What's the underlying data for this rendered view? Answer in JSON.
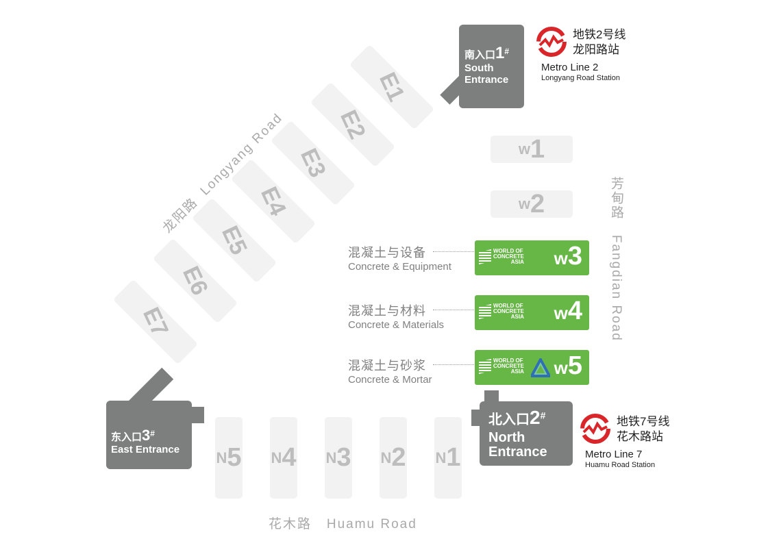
{
  "halls_east": [
    {
      "prefix": "E",
      "num": "1"
    },
    {
      "prefix": "E",
      "num": "2"
    },
    {
      "prefix": "E",
      "num": "3"
    },
    {
      "prefix": "E",
      "num": "4"
    },
    {
      "prefix": "E",
      "num": "5"
    },
    {
      "prefix": "E",
      "num": "6"
    },
    {
      "prefix": "E",
      "num": "7"
    }
  ],
  "halls_north": [
    {
      "prefix": "N",
      "num": "5"
    },
    {
      "prefix": "N",
      "num": "4"
    },
    {
      "prefix": "N",
      "num": "3"
    },
    {
      "prefix": "N",
      "num": "2"
    },
    {
      "prefix": "N",
      "num": "1"
    }
  ],
  "halls_west": [
    {
      "prefix": "w",
      "num": "1"
    },
    {
      "prefix": "w",
      "num": "2"
    },
    {
      "prefix": "w",
      "num": "3"
    },
    {
      "prefix": "w",
      "num": "4"
    },
    {
      "prefix": "w",
      "num": "5"
    }
  ],
  "logo": {
    "line1": "WORLD OF",
    "line2": "CONCRETE",
    "line3": "ASIA"
  },
  "zones": [
    {
      "zh": "混凝土与设备",
      "en": "Concrete & Equipment"
    },
    {
      "zh": "混凝土与材料",
      "en": "Concrete & Materials"
    },
    {
      "zh": "混凝土与砂浆",
      "en": "Concrete & Mortar"
    }
  ],
  "entrances": {
    "south": {
      "zh": "南入口",
      "num": "1",
      "mark": "#",
      "en1": "South",
      "en2": "Entrance"
    },
    "east": {
      "zh": "东入口",
      "num": "3",
      "mark": "#",
      "en1": "East Entrance"
    },
    "north": {
      "zh": "北入口",
      "num": "2",
      "mark": "#",
      "en1": "North",
      "en2": "Entrance"
    }
  },
  "metro": [
    {
      "zh1": "地铁2号线",
      "zh2": "龙阳路站",
      "en1": "Metro Line 2",
      "en2": "Longyang Road Station"
    },
    {
      "zh1": "地铁7号线",
      "zh2": "花木路站",
      "en1": "Metro Line 7",
      "en2": "Huamu Road Station"
    }
  ],
  "roads": {
    "longyang_zh": "龙阳路",
    "longyang_en": "Longyang Road",
    "fangdian_zh": "芳甸路",
    "fangdian_en": "Fangdian Road",
    "huamu_zh": "花木路",
    "huamu_en": "Huamu Road"
  },
  "colors": {
    "green": "#67b746",
    "gray": "#7d7f7e",
    "metro_red": "#d9262a",
    "hall": "#f2f2f2"
  }
}
